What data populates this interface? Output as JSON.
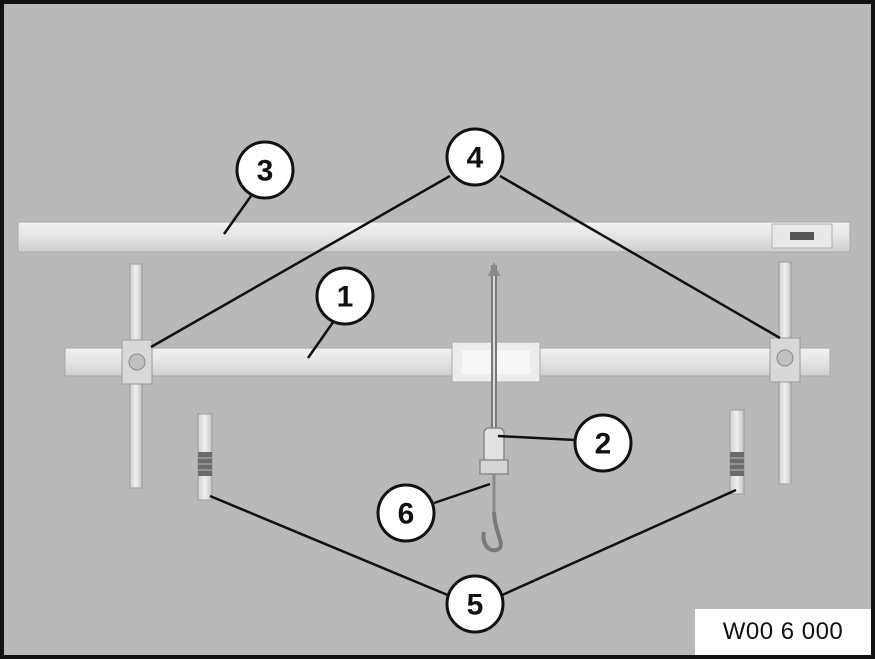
{
  "callouts": {
    "c1": "1",
    "c2": "2",
    "c3": "3",
    "c4": "4",
    "c5": "5",
    "c6": "6"
  },
  "figure_code": "W00 6 000"
}
